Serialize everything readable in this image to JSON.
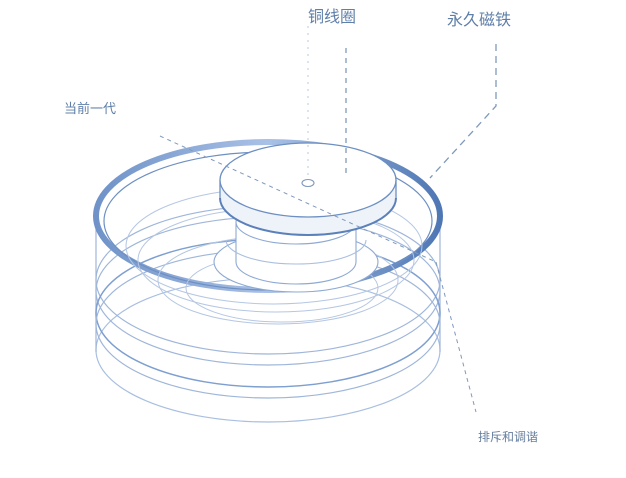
{
  "labels": {
    "copper_coil": "铜线圈",
    "permanent_magnet": "永久磁铁",
    "current_gen": "当前一代",
    "repulsion_tuning": "排斥和调谐"
  },
  "colors": {
    "label_text": "#5f7fa8",
    "stroke_primary": "#6d8fc2",
    "stroke_light": "#a9bfe0",
    "guide_line": "#7f99bd"
  }
}
